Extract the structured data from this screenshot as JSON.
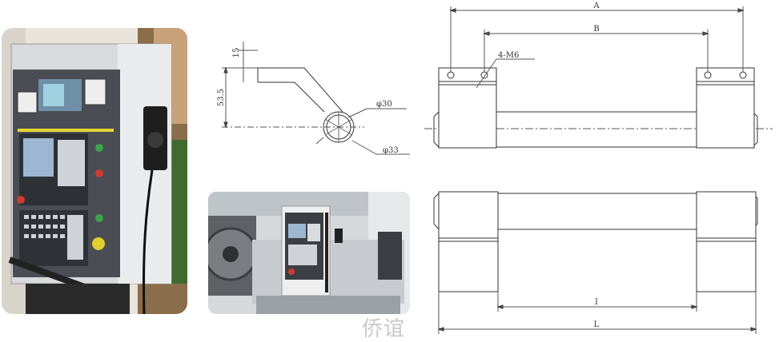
{
  "photos": {
    "left_alt": "CNC operator control cabinet with suspension arm",
    "mid_alt": "Control panel mounted on lathe machine"
  },
  "watermark": "侨谊",
  "clamp_drawing": {
    "dim_top": "15",
    "dim_height": "53.5",
    "dim_inner": "φ30",
    "dim_outer": "φ33"
  },
  "tube_drawing": {
    "dim_A": "A",
    "dim_B": "B",
    "hole_note": "4-M6",
    "dim_I": "I",
    "dim_L": "L"
  },
  "colors": {
    "line": "#333333",
    "dim": "#555555",
    "panel_gray": "#9aa0a6",
    "bg": "#ffffff"
  }
}
